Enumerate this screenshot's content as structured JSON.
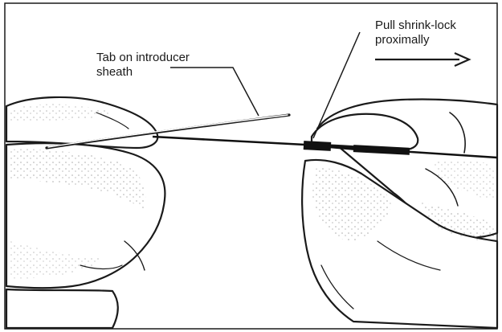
{
  "callouts": {
    "tab_label": {
      "lines": [
        "Tab on introducer",
        "sheath"
      ]
    },
    "pull_label": {
      "lines": [
        "Pull shrink-lock",
        "proximally"
      ]
    }
  },
  "colors": {
    "ink": "#1a1a1a",
    "paper": "#ffffff",
    "catheter": "#111111"
  },
  "icons": {
    "direction_arrow": "right-arrow-icon"
  }
}
